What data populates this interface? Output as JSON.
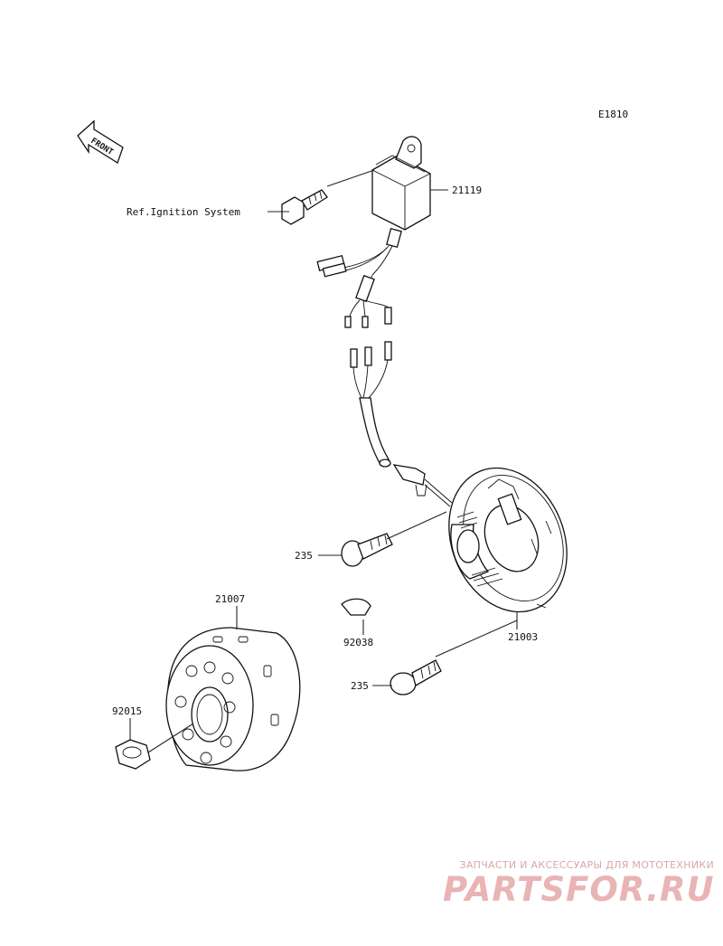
{
  "diagram": {
    "code": "E1810",
    "front_label": "FRONT",
    "ref_label": "Ref.Ignition System",
    "parts": {
      "cdi_unit": "21119",
      "bolt_upper": "235",
      "bolt_lower": "235",
      "stator": "21003",
      "woodruff_key": "92038",
      "rotor": "21007",
      "nut": "92015"
    }
  },
  "watermark": {
    "tagline": "ЗАПЧАСТИ И АКСЕССУАРЫ ДЛЯ МОТОТЕХНИКИ",
    "brand": "PARTSFOR.RU"
  }
}
